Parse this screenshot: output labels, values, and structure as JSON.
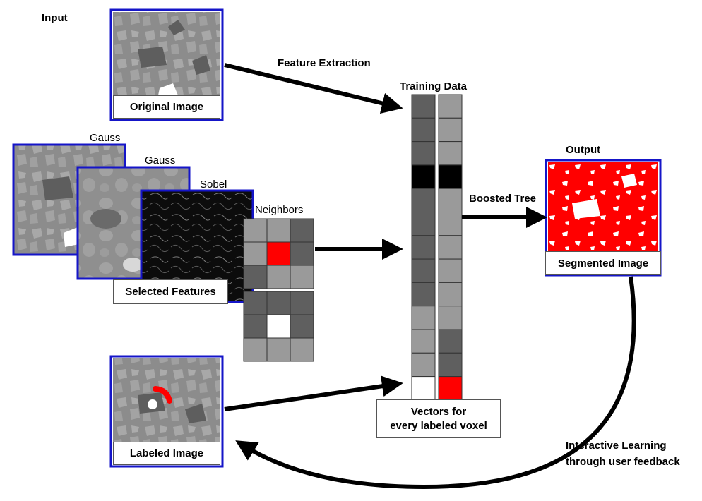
{
  "labels": {
    "input": "Input",
    "feature_extraction": "Feature Extraction",
    "training_data": "Training Data",
    "output": "Output",
    "gauss1": "Gauss",
    "gauss2": "Gauss",
    "sobel": "Sobel",
    "neighbors": "Neighbors",
    "boosted_tree": "Boosted Tree",
    "interactive_line1": "Interactive Learning",
    "interactive_line2": "through user feedback"
  },
  "captions": {
    "original_image": "Original Image",
    "selected_features": "Selected Features",
    "labeled_image": "Labeled Image",
    "segmented_image": "Segmented Image",
    "vectors_line1": "Vectors for",
    "vectors_line2": "every labeled voxel"
  },
  "colors": {
    "frame_blue": "#1515c8",
    "label_red": "#ff0000",
    "dark_gray": "#5f5f5f",
    "light_gray": "#9a9a9a",
    "black": "#000000",
    "white": "#ffffff"
  },
  "neighbor_grids": {
    "top": [
      "light",
      "light",
      "dark",
      "light",
      "red",
      "dark",
      "dark",
      "light",
      "light"
    ],
    "bottom": [
      "dark",
      "dark",
      "dark",
      "dark",
      "white",
      "dark",
      "light",
      "light",
      "light"
    ]
  },
  "feature_vectors": {
    "left": [
      "dark",
      "dark",
      "dark",
      "black",
      "dark",
      "dark",
      "dark",
      "dark",
      "dark",
      "light",
      "light",
      "light",
      "white"
    ],
    "right": [
      "light",
      "light",
      "light",
      "black",
      "light",
      "light",
      "light",
      "light",
      "light",
      "light",
      "dark",
      "dark",
      "red"
    ]
  }
}
